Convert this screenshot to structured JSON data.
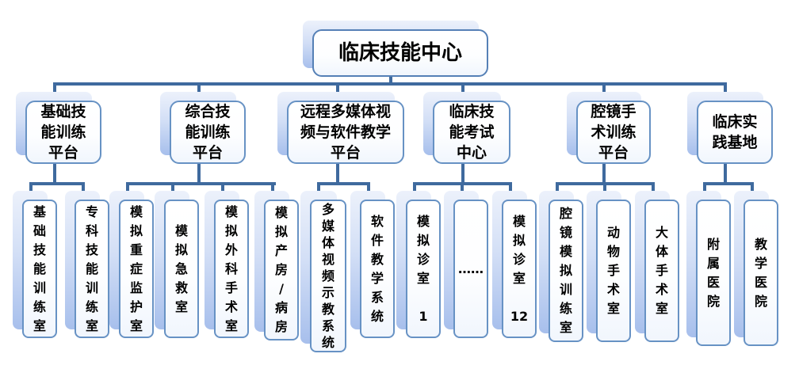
{
  "diagram_title": "临床技能中心",
  "colors": {
    "connector": "#3f6a9e",
    "box_border": "#6792c4",
    "shadow_top": "#ecf1fb",
    "shadow_bottom": "#a7bfec",
    "box_fill": "#ffffff",
    "text": "#000000"
  },
  "tree": {
    "root": {
      "label": "临床技能中心"
    },
    "branches": [
      {
        "label": [
          "基础技",
          "能训练",
          "平台"
        ],
        "children": [
          {
            "label": [
              "基",
              "础",
              "技",
              "能",
              "训",
              "练",
              "室"
            ]
          },
          {
            "label": [
              "专",
              "科",
              "技",
              "能",
              "训",
              "练",
              "室"
            ]
          }
        ]
      },
      {
        "label": [
          "综合技",
          "能训练",
          "平台"
        ],
        "children": [
          {
            "label": [
              "模",
              "拟",
              "重",
              "症",
              "监",
              "护",
              "室"
            ]
          },
          {
            "label": [
              "模",
              "拟",
              "急",
              "救",
              "室"
            ]
          },
          {
            "label": [
              "模",
              "拟",
              "外",
              "科",
              "手",
              "术",
              "室"
            ]
          },
          {
            "label": [
              "模",
              "拟",
              "产",
              "房",
              "/",
              "病",
              "房"
            ]
          }
        ]
      },
      {
        "label": [
          "远程多媒体视",
          "频与软件教学",
          "平台"
        ],
        "children": [
          {
            "label": [
              "多",
              "媒",
              "体",
              "视",
              "频",
              "示",
              "教",
              "系",
              "统"
            ]
          },
          {
            "label": [
              "软",
              "件",
              "教",
              "学",
              "系",
              "统"
            ]
          }
        ]
      },
      {
        "label": [
          "临床技",
          "能考试",
          "中心"
        ],
        "children": [
          {
            "label": [
              "模",
              "拟",
              "诊",
              "室",
              "",
              "1"
            ]
          },
          {
            "label": [
              "……"
            ]
          },
          {
            "label": [
              "模",
              "拟",
              "诊",
              "室",
              "",
              "12"
            ]
          }
        ]
      },
      {
        "label": [
          "腔镜手",
          "术训练",
          "平台"
        ],
        "children": [
          {
            "label": [
              "腔",
              "镜",
              "模",
              "拟",
              "训",
              "练",
              "室"
            ]
          },
          {
            "label": [
              "动",
              "物",
              "手",
              "术",
              "室"
            ]
          },
          {
            "label": [
              "大",
              "体",
              "手",
              "术",
              "室"
            ]
          }
        ]
      },
      {
        "label": [
          "临床实",
          "践基地"
        ],
        "children": [
          {
            "label": [
              "附",
              "属",
              "医",
              "院"
            ]
          },
          {
            "label": [
              "教",
              "学",
              "医",
              "院"
            ]
          }
        ]
      }
    ]
  }
}
